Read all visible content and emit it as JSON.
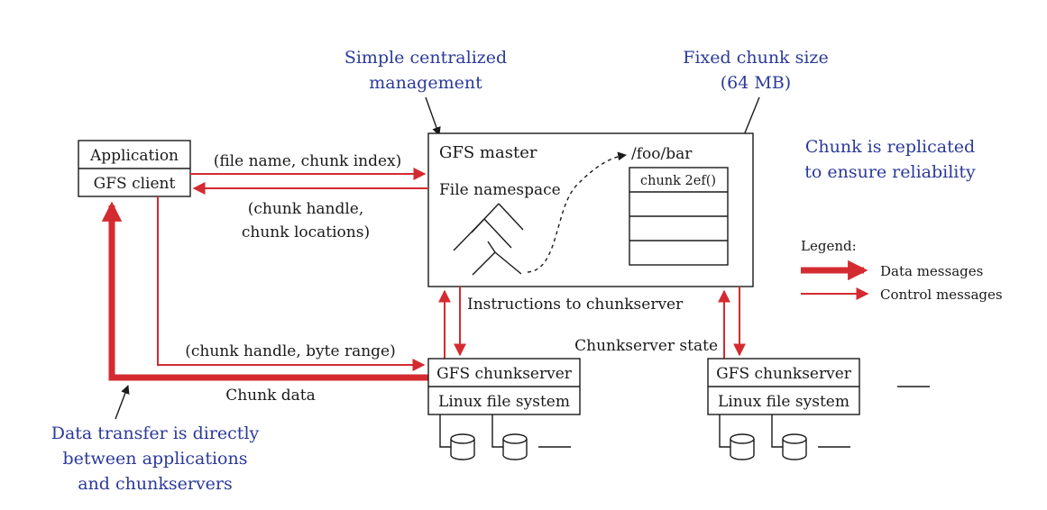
{
  "colors": {
    "annotation": "#2b3a99",
    "arrow": "#d42b30",
    "line": "#1a1a1a"
  },
  "annotations": {
    "centralized_line1": "Simple centralized",
    "centralized_line2": "management",
    "chunk_size_line1": "Fixed chunk size",
    "chunk_size_line2": "(64 MB)",
    "replicated_line1": "Chunk is replicated",
    "replicated_line2": "to ensure reliability",
    "transfer_line1": "Data transfer is directly",
    "transfer_line2": "between applications",
    "transfer_line3": "and chunkservers"
  },
  "application": {
    "title": "Application",
    "client": "GFS client"
  },
  "master": {
    "title": "GFS master",
    "namespace": "File namespace",
    "path": "/foo/bar",
    "chunk_entry": "chunk 2ef()"
  },
  "messages": {
    "request": "(file name, chunk index)",
    "reply_line1": "(chunk handle,",
    "reply_line2": "chunk locations)",
    "instructions": "Instructions to chunkserver",
    "state": "Chunkserver state",
    "byte_range": "(chunk handle, byte range)",
    "chunk_data": "Chunk data"
  },
  "chunkservers": [
    {
      "name": "GFS chunkserver",
      "fs": "Linux file system"
    },
    {
      "name": "GFS chunkserver",
      "fs": "Linux file system"
    }
  ],
  "legend": {
    "title": "Legend:",
    "data": "Data messages",
    "control": "Control messages"
  }
}
